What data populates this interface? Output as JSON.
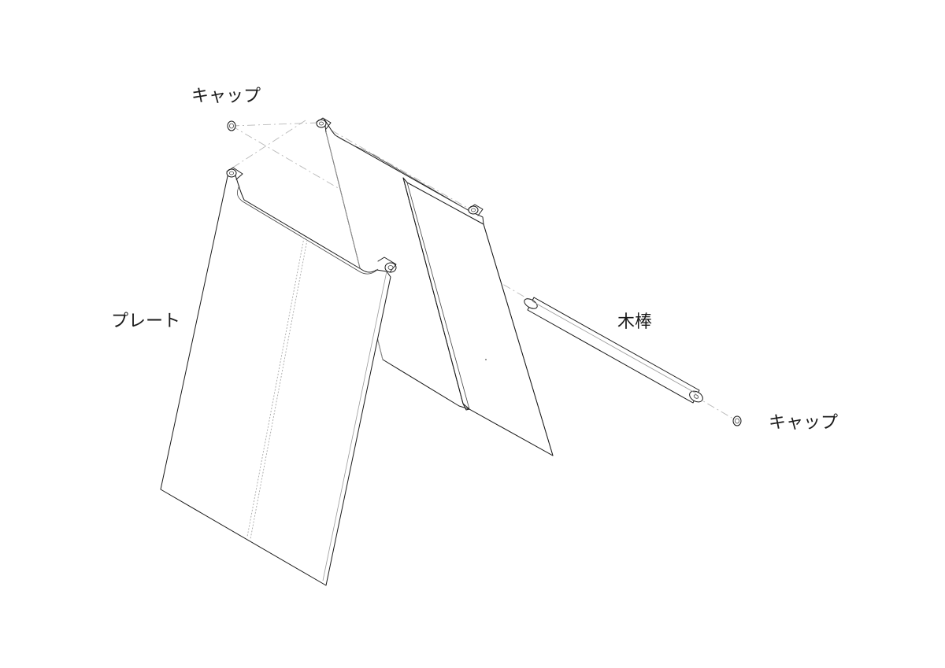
{
  "labels": {
    "cap_top": "キャップ",
    "plate": "プレート",
    "rod": "木棒",
    "cap_bottom": "キャップ"
  },
  "colors": {
    "line": "#1a1a1a",
    "hidden_line": "#b8b8b8",
    "background": "#ffffff"
  }
}
